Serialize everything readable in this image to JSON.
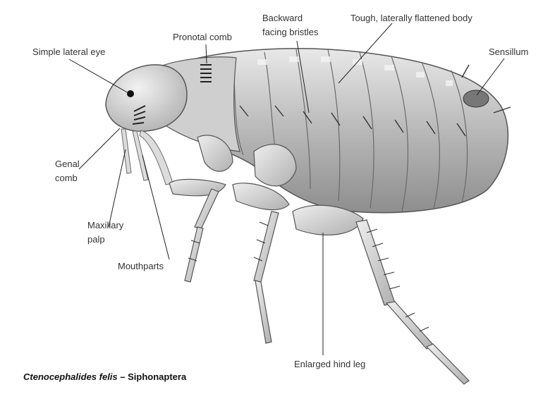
{
  "labels": {
    "simple_lateral_eye": "Simple lateral eye",
    "pronotal_comb": "Pronotal comb",
    "backward_bristles_line1": "Backward",
    "backward_bristles_line2": "facing bristles",
    "body": "Tough, laterally flattened body",
    "sensillum": "Sensillum",
    "genal_comb_line1": "Genal",
    "genal_comb_line2": "comb",
    "maxillary_palp_line1": "Maxillary",
    "maxillary_palp_line2": "palp",
    "mouthparts": "Mouthparts",
    "hind_leg": "Enlarged hind leg"
  },
  "caption": {
    "species": "Ctenocephalides felis",
    "separator": " – ",
    "order": "Siphonaptera"
  }
}
